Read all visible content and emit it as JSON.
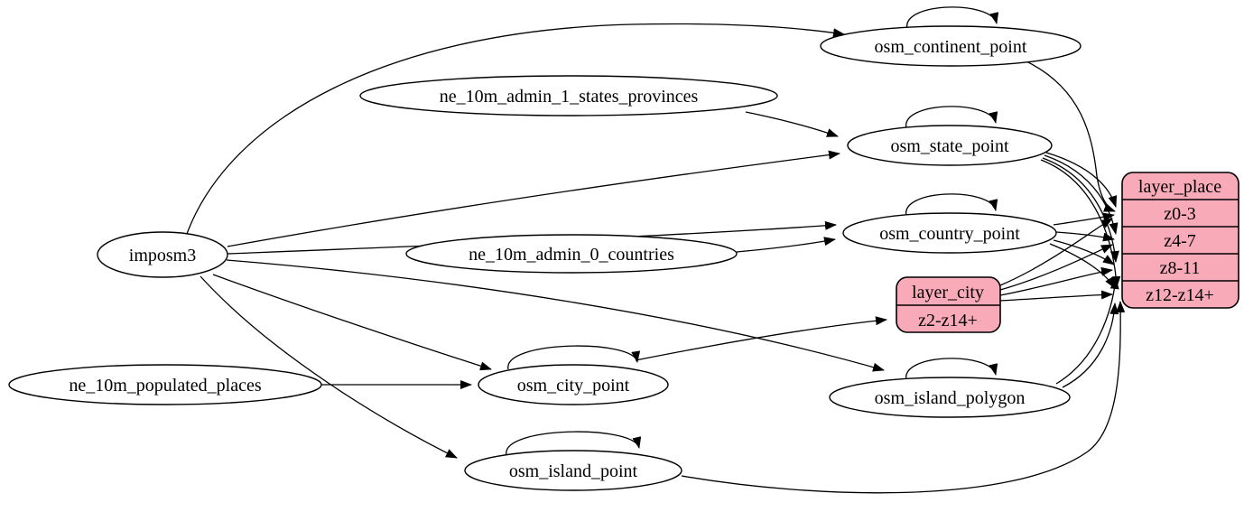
{
  "diagram": {
    "kind": "etl-graph",
    "colors": {
      "background": "#ffffff",
      "node_fill": "#ffffff",
      "node_stroke": "#000000",
      "edge": "#000000",
      "record_fill": "#f8aab8"
    },
    "nodes": {
      "imposm3": {
        "label": "imposm3"
      },
      "ne_10m_admin_1_states_provinces": {
        "label": "ne_10m_admin_1_states_provinces"
      },
      "ne_10m_admin_0_countries": {
        "label": "ne_10m_admin_0_countries"
      },
      "ne_10m_populated_places": {
        "label": "ne_10m_populated_places"
      },
      "osm_continent_point": {
        "label": "osm_continent_point"
      },
      "osm_state_point": {
        "label": "osm_state_point"
      },
      "osm_country_point": {
        "label": "osm_country_point"
      },
      "osm_city_point": {
        "label": "osm_city_point"
      },
      "osm_island_polygon": {
        "label": "osm_island_polygon"
      },
      "osm_island_point": {
        "label": "osm_island_point"
      }
    },
    "records": {
      "layer_city": {
        "title": "layer_city",
        "rows": [
          "z2-z14+"
        ]
      },
      "layer_place": {
        "title": "layer_place",
        "rows": [
          "z0-3",
          "z4-7",
          "z8-11",
          "z12-z14+"
        ]
      }
    },
    "edges": [
      {
        "from": "imposm3",
        "to": "osm_continent_point"
      },
      {
        "from": "imposm3",
        "to": "osm_state_point"
      },
      {
        "from": "imposm3",
        "to": "osm_country_point"
      },
      {
        "from": "imposm3",
        "to": "osm_city_point"
      },
      {
        "from": "imposm3",
        "to": "osm_island_polygon"
      },
      {
        "from": "imposm3",
        "to": "osm_island_point"
      },
      {
        "from": "ne_10m_admin_1_states_provinces",
        "to": "osm_state_point"
      },
      {
        "from": "ne_10m_admin_0_countries",
        "to": "osm_country_point"
      },
      {
        "from": "ne_10m_populated_places",
        "to": "osm_city_point"
      },
      {
        "from": "osm_continent_point",
        "to": "osm_continent_point"
      },
      {
        "from": "osm_state_point",
        "to": "osm_state_point"
      },
      {
        "from": "osm_country_point",
        "to": "osm_country_point"
      },
      {
        "from": "osm_city_point",
        "to": "osm_city_point"
      },
      {
        "from": "osm_island_polygon",
        "to": "osm_island_polygon"
      },
      {
        "from": "osm_island_point",
        "to": "osm_island_point"
      },
      {
        "from": "osm_city_point",
        "to": "layer_city:z2-z14+"
      },
      {
        "from": "osm_continent_point",
        "to": "layer_place:z0-3"
      },
      {
        "from": "osm_state_point",
        "to": "layer_place:z0-3"
      },
      {
        "from": "osm_state_point",
        "to": "layer_place:z4-7"
      },
      {
        "from": "osm_state_point",
        "to": "layer_place:z8-11"
      },
      {
        "from": "osm_state_point",
        "to": "layer_place:z12-z14+"
      },
      {
        "from": "osm_country_point",
        "to": "layer_place:z0-3"
      },
      {
        "from": "osm_country_point",
        "to": "layer_place:z4-7"
      },
      {
        "from": "osm_country_point",
        "to": "layer_place:z8-11"
      },
      {
        "from": "osm_country_point",
        "to": "layer_place:z12-z14+"
      },
      {
        "from": "layer_city",
        "to": "layer_place:z0-3"
      },
      {
        "from": "layer_city",
        "to": "layer_place:z4-7"
      },
      {
        "from": "layer_city",
        "to": "layer_place:z8-11"
      },
      {
        "from": "layer_city",
        "to": "layer_place:z12-z14+"
      },
      {
        "from": "osm_island_polygon",
        "to": "layer_place:z8-11"
      },
      {
        "from": "osm_island_polygon",
        "to": "layer_place:z12-z14+"
      },
      {
        "from": "osm_island_point",
        "to": "layer_place:z12-z14+"
      }
    ]
  }
}
